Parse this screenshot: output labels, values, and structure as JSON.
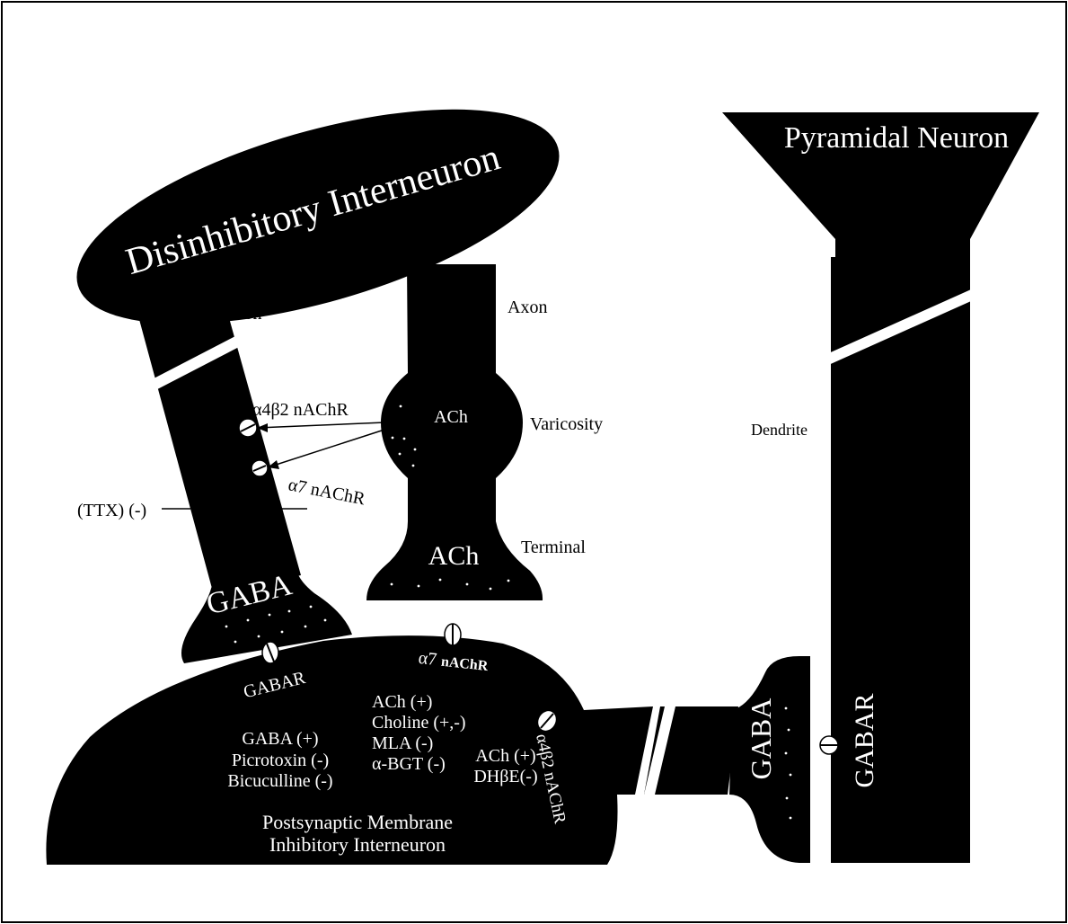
{
  "colors": {
    "ink": "#000000",
    "paper": "#ffffff"
  },
  "labels": {
    "disinhibitory_interneuron": "Disinhibitory Interneuron",
    "pyramidal_neuron": "Pyramidal Neuron",
    "axon_left": "Axon",
    "axon_right": "Axon",
    "a4b2_nachr_top": "α4β2 nAChR",
    "a7_nachr_left_alpha": "α7",
    "a7_nachr_left_rest": "nAChR",
    "ttx": "(TTX) (-)",
    "gaba_presynaptic": "GABA",
    "ach_varicosity": "ACh",
    "varicosity": "Varicosity",
    "ach_terminal": "ACh",
    "terminal": "Terminal",
    "dendrite": "Dendrite",
    "gabar_membrane": "GABAR",
    "gabar_list": [
      "GABA (+)",
      "Picrotoxin (-)",
      "Bicuculline (-)"
    ],
    "a7_nachr_membrane_alpha": "α7",
    "a7_nachr_membrane_rest": "nAChR",
    "a7_list": [
      "ACh (+)",
      "Choline (+,-)",
      "MLA (-)",
      "α-BGT (-)"
    ],
    "a4b2_nachr_membrane": "α4β2 nAChR",
    "a4b2_list": [
      "ACh (+)",
      "DHβE(-)"
    ],
    "postsynaptic": [
      "Postsynaptic Membrane",
      "Inhibitory Interneuron"
    ],
    "gaba_terminal_right": "GABA",
    "gabar_pyramidal": "GABAR"
  }
}
